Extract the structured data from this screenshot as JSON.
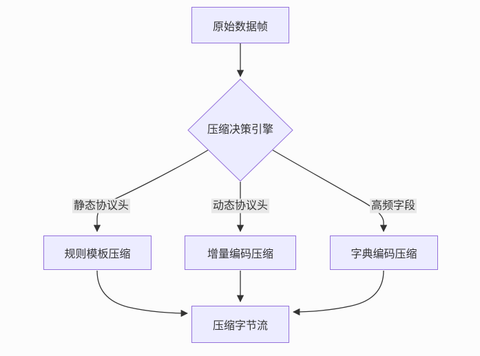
{
  "diagram": {
    "type": "flowchart",
    "direction": "top-down",
    "nodes": {
      "source": {
        "label": "原始数据帧",
        "shape": "rect"
      },
      "decision": {
        "label": "压缩决策引擎",
        "shape": "diamond"
      },
      "rule": {
        "label": "规则模板压缩",
        "shape": "rect"
      },
      "delta": {
        "label": "增量编码压缩",
        "shape": "rect"
      },
      "dict": {
        "label": "字典编码压缩",
        "shape": "rect"
      },
      "output": {
        "label": "压缩字节流",
        "shape": "rect"
      }
    },
    "edge_labels": {
      "static": "静态协议头",
      "dynamic": "动态协议头",
      "highfreq": "高频字段"
    },
    "edges": [
      {
        "from": "source",
        "to": "decision",
        "label": ""
      },
      {
        "from": "decision",
        "to": "rule",
        "label": "静态协议头"
      },
      {
        "from": "decision",
        "to": "delta",
        "label": "动态协议头"
      },
      {
        "from": "decision",
        "to": "dict",
        "label": "高频字段"
      },
      {
        "from": "rule",
        "to": "output",
        "label": ""
      },
      {
        "from": "delta",
        "to": "output",
        "label": ""
      },
      {
        "from": "dict",
        "to": "output",
        "label": ""
      }
    ],
    "colors": {
      "background": "#fcfcfc",
      "node_fill": "#ECECFF",
      "node_border": "#9370DB",
      "edge": "#333333",
      "edge_label_bg": "#e8e8e8",
      "text": "#333333"
    }
  }
}
